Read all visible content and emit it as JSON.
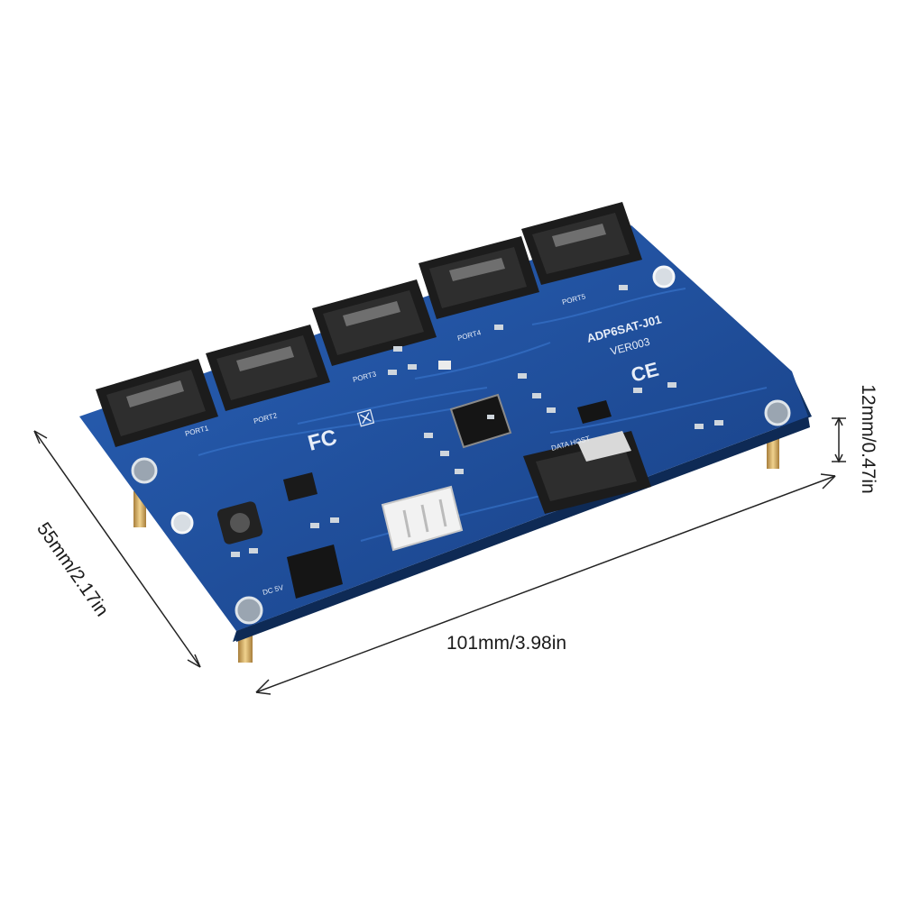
{
  "dimensions": {
    "length": "101mm/3.98in",
    "width": "55mm/2.17in",
    "height": "12mm/0.47in"
  },
  "board": {
    "model": "ADP6SAT-J01",
    "version": "VER003",
    "ports": [
      "PORT1",
      "PORT2",
      "PORT3",
      "PORT4",
      "PORT5"
    ],
    "host_label": "DATA HOST",
    "power_label": "DC 5V",
    "fcc_mark": "FC",
    "ce_mark": "CE",
    "weee_mark": "☒"
  },
  "colors": {
    "pcb": "#1f4f9c",
    "connector": "#1c1c1c",
    "standoff": "#c9a15a",
    "background": "#ffffff"
  }
}
